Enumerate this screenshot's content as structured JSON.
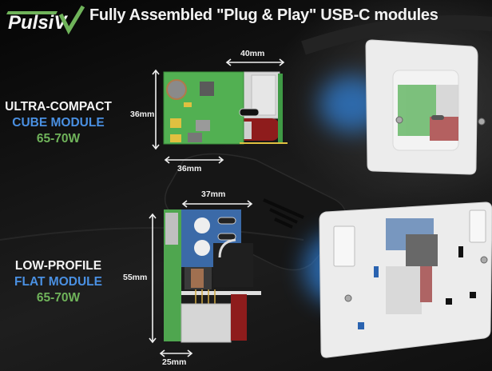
{
  "brand": {
    "logo_text": "PulsiV",
    "logo_color": "#f4f4f4",
    "accent_color": "#6fb35a"
  },
  "header": {
    "title": "Fully Assembled \"Plug & Play\" USB-C modules"
  },
  "modules": [
    {
      "name_line1": "ULTRA-COMPACT",
      "name_line2": "CUBE MODULE",
      "power": "65-70W",
      "dimensions": {
        "height": "36mm",
        "width": "36mm",
        "depth": "40mm"
      },
      "installed_in": "single wall plate"
    },
    {
      "name_line1": "LOW-PROFILE",
      "name_line2": "FLAT MODULE",
      "power": "65-70W",
      "dimensions": {
        "height": "55mm",
        "width": "37mm",
        "depth": "25mm"
      },
      "installed_in": "double switched socket"
    }
  ],
  "colors": {
    "label_white": "#f4f4f4",
    "label_blue": "#4a90e2",
    "label_green": "#6fb35a",
    "pcb_green": "#4fae4f",
    "pcb_blue": "#3b6aa8",
    "glow_blue": "#2f7fd6"
  }
}
